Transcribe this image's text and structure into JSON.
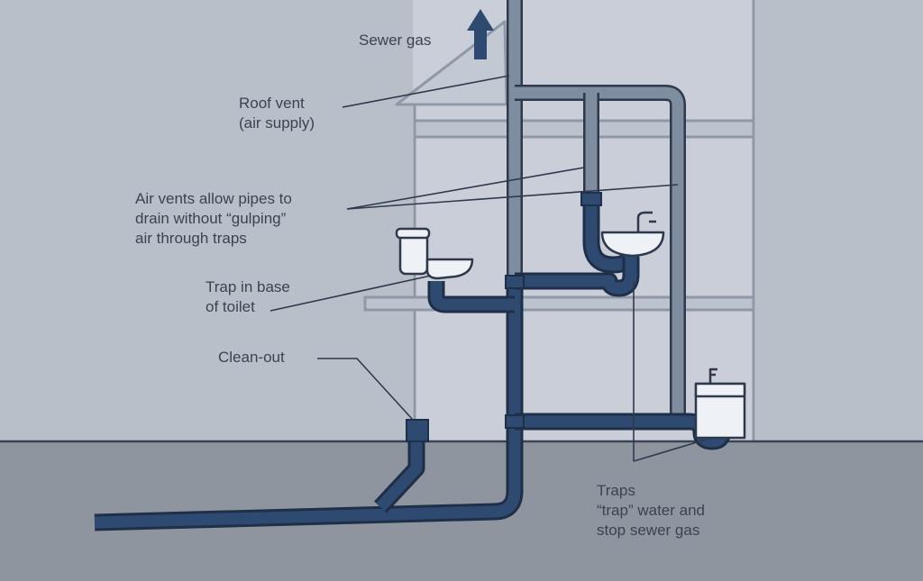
{
  "labels": {
    "sewer_gas": "Sewer gas",
    "roof_vent": [
      "Roof vent",
      "(air supply)"
    ],
    "air_vents": [
      "Air vents allow pipes to",
      "drain without “gulping”",
      "air through traps"
    ],
    "toilet_trap": [
      "Trap in base",
      "of toilet"
    ],
    "clean_out": "Clean-out",
    "traps": [
      "Traps",
      "“trap” water and",
      "stop sewer gas"
    ]
  },
  "colors": {
    "background": "#b9bfc9",
    "house_fill": "#c9ced8",
    "ground": "#8e959f",
    "vent_pipe": "#7e8d9f",
    "drain_pipe": "#2f4a70",
    "outline": "#1f2f47",
    "fixture": "#eef1f5",
    "text": "#3a4350"
  },
  "icons": [
    "up-arrow-icon",
    "toilet-icon",
    "sink-icon",
    "washer-icon"
  ]
}
